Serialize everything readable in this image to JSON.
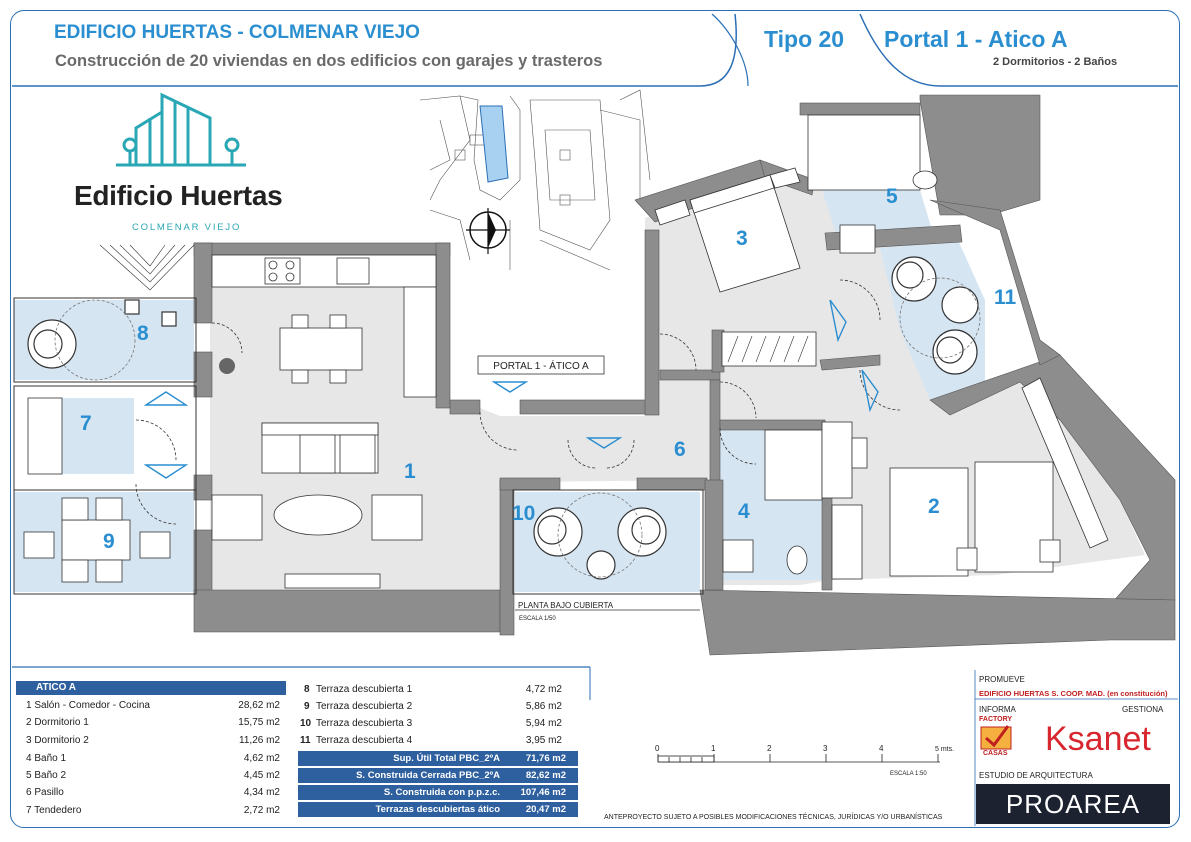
{
  "header": {
    "title": "EDIFICIO HUERTAS - COLMENAR VIEJO",
    "subtitle": "Construcción de 20 viviendas en dos edificios con garajes y trasteros",
    "tipo": "Tipo 20",
    "portal": "Portal 1 - Atico A",
    "bedrooms_baths": "2 Dormitorios - 2 Baños"
  },
  "logo": {
    "name": "Edificio Huertas",
    "sub": "COLMENAR VIEJO"
  },
  "plan": {
    "entrance_label": "PORTAL 1 - ÁTICO A",
    "plan_title": "PLANTA BAJO CUBIERTA",
    "plan_scale": "ESCALA 1/50",
    "rooms": [
      "1",
      "2",
      "3",
      "4",
      "5",
      "6",
      "7",
      "8",
      "9",
      "10",
      "11"
    ]
  },
  "surfaces": {
    "header": "ATICO A",
    "left": [
      {
        "label": "1 Salón - Comedor - Cocina",
        "value": "28,62 m2"
      },
      {
        "label": "2 Dormitorio 1",
        "value": "15,75 m2"
      },
      {
        "label": "3 Dormitorio 2",
        "value": "11,26 m2"
      },
      {
        "label": "4 Baño 1",
        "value": "4,62 m2"
      },
      {
        "label": "5 Baño 2",
        "value": "4,45 m2"
      },
      {
        "label": "6 Pasillo",
        "value": "4,34 m2"
      },
      {
        "label": "7 Tendedero",
        "value": "2,72 m2"
      }
    ],
    "right": [
      {
        "num": "8",
        "label": "Terraza descubierta 1",
        "value": "4,72 m2"
      },
      {
        "num": "9",
        "label": "Terraza descubierta 2",
        "value": "5,86 m2"
      },
      {
        "num": "10",
        "label": "Terraza descubierta 3",
        "value": "5,94 m2"
      },
      {
        "num": "11",
        "label": "Terraza descubierta 4",
        "value": "3,95 m2"
      }
    ],
    "totals": [
      {
        "label": "Sup. Útil Total PBC_2ºA",
        "value": "71,76 m2"
      },
      {
        "label": "S. Construida  Cerrada PBC_2ºA",
        "value": "82,62 m2"
      },
      {
        "label": "S. Construida con p.p.z.c.",
        "value": "107,46 m2"
      },
      {
        "label": "Terrazas descubiertas ático",
        "value": "20,47 m2"
      }
    ]
  },
  "scale_bar": {
    "ticks": [
      "0",
      "1",
      "2",
      "3",
      "4",
      "5 mts."
    ],
    "label": "ESCALA 1:50"
  },
  "disclaimer": "ANTEPROYECTO SUJETO A POSIBLES MODIFICACIONES TÉCNICAS, JURÍDICAS Y/O URBANÍSTICAS",
  "credits": {
    "promueve": "PROMUEVE",
    "promoter": "EDIFICIO HUERTAS S. COOP. MAD. (en constitución)",
    "informa": "INFORMA",
    "gestiona": "GESTIONA",
    "factory": "FACTORY",
    "casas": "CASAS",
    "ksanet": "Ksanet",
    "estudio": "ESTUDIO DE ARQUITECTURA",
    "proarea": "PROAREA"
  },
  "colors": {
    "accent_blue": "#2a8ed0",
    "table_blue": "#2e5f9e",
    "wall_gray": "#8d8d8d",
    "floor_gray": "#e8e8e8",
    "wet_blue": "#d6e5f2"
  }
}
